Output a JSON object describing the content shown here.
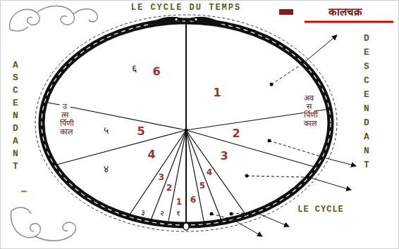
{
  "diagram": {
    "title": "LE CYCLE DU TEMPS",
    "labels": [
      "कालचक्र",
      "ASCENDANT",
      "DESCENDANT",
      "उत्सर्पिणी काल",
      "अवसर्पिणी काल",
      "६",
      "6",
      "1",
      "५",
      "5",
      "2",
      "४",
      "4",
      "3",
      "3",
      "2",
      "1",
      "6",
      "5",
      "4",
      "३",
      "२",
      "१",
      "LE CYCLE"
    ]
  }
}
